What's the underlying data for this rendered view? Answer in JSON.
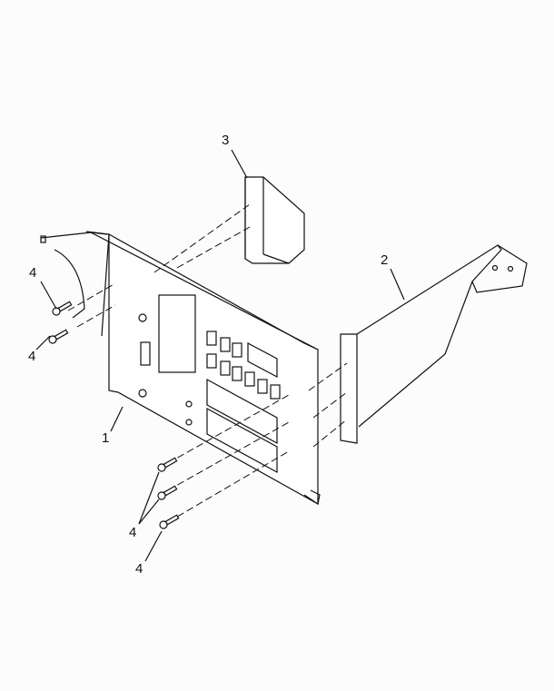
{
  "diagram": {
    "callouts": [
      {
        "id": "callout-3",
        "text": "3"
      },
      {
        "id": "callout-2",
        "text": "2"
      },
      {
        "id": "callout-4a",
        "text": "4"
      },
      {
        "id": "callout-4b",
        "text": "4"
      },
      {
        "id": "callout-1",
        "text": "1"
      },
      {
        "id": "callout-4c",
        "text": "4"
      },
      {
        "id": "callout-4d",
        "text": "4"
      }
    ],
    "line_color": "#111111"
  }
}
